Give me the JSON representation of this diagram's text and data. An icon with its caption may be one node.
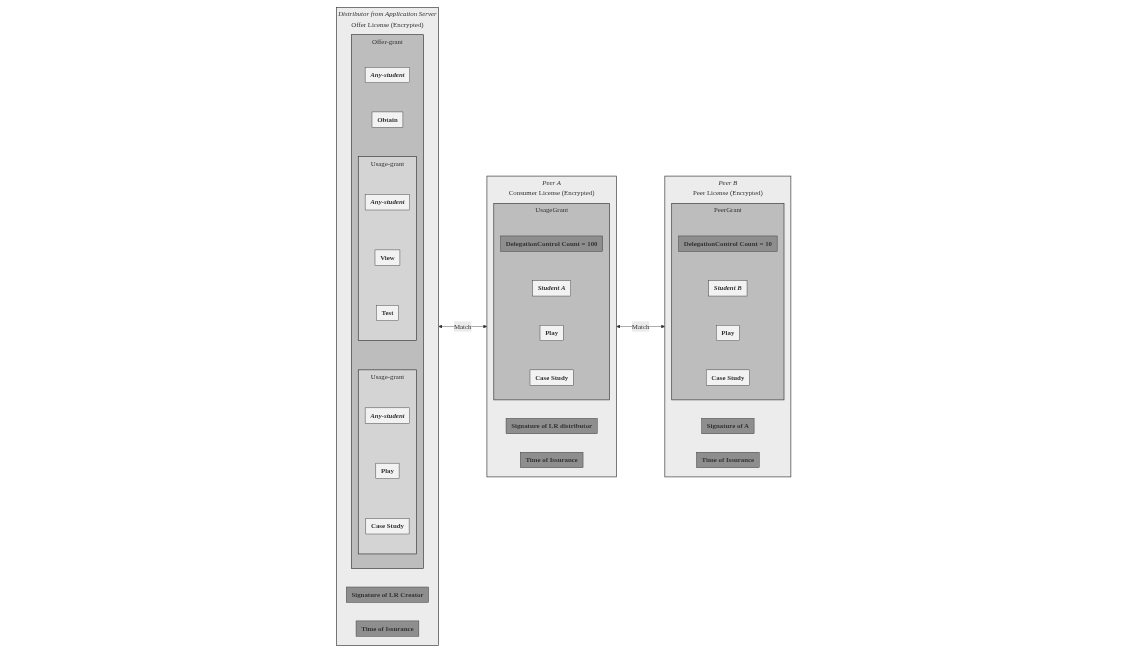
{
  "diagram": {
    "nodes": [
      {
        "text": [
          "Distributor from Application Server",
          "Offer License (Encrypted)"
        ]
      },
      {
        "text": [
          "Offer-grant"
        ],
        "in": 0
      },
      {
        "text": [
          "Any-student"
        ],
        "in": 1
      },
      {
        "text": [
          "Obtain"
        ],
        "in": 1
      },
      {
        "text": [
          "Usage-grant"
        ],
        "in": 1
      },
      {
        "text": [
          "Any-student"
        ],
        "in": 4
      },
      {
        "text": [
          "View"
        ],
        "in": 4
      },
      {
        "text": [
          "Test"
        ],
        "in": 4
      },
      {
        "text": [
          "Usage-grant"
        ],
        "in": 1
      },
      {
        "text": [
          "Any-student"
        ],
        "in": 8
      },
      {
        "text": [
          "Play"
        ],
        "in": 8
      },
      {
        "text": [
          "Case Study"
        ],
        "in": 8
      },
      {
        "text": [
          "Signature of LR Creator"
        ],
        "in": 0
      },
      {
        "text": [
          "Time of Issurance"
        ],
        "in": 0
      },
      {
        "text": [
          "Peer A",
          "Consumer  License (Encrypted)"
        ]
      },
      {
        "text": [
          "UsageGrant"
        ],
        "in": 14
      },
      {
        "text": [
          "DelegationControl Count = 100"
        ],
        "in": 15
      },
      {
        "text": [
          "Student A"
        ],
        "in": 15
      },
      {
        "text": [
          "Play"
        ],
        "in": 15
      },
      {
        "text": [
          "Case Study"
        ],
        "in": 15
      },
      {
        "text": [
          "Signature of LR distributor"
        ],
        "in": 14
      },
      {
        "text": [
          "Time of Issurance"
        ],
        "in": 14
      },
      {
        "text": [
          "Peer B",
          "Peer License (Encrypted)"
        ]
      },
      {
        "text": [
          "PeerGrant"
        ],
        "in": 22
      },
      {
        "text": [
          "DelegationControl Count = 10"
        ],
        "in": 23
      },
      {
        "text": [
          "Student B"
        ],
        "in": 23
      },
      {
        "text": [
          "Play"
        ],
        "in": 23
      },
      {
        "text": [
          "Case Study"
        ],
        "in": 23
      },
      {
        "text": [
          "Signature of A"
        ],
        "in": 22
      },
      {
        "text": [
          "Time of Issurance"
        ],
        "in": 22
      }
    ],
    "edges": [
      {
        "from": 0,
        "to": 14,
        "arrow": "both",
        "label": "Match"
      },
      {
        "from": 14,
        "to": 22,
        "arrow": "both",
        "label": "Match"
      }
    ]
  }
}
